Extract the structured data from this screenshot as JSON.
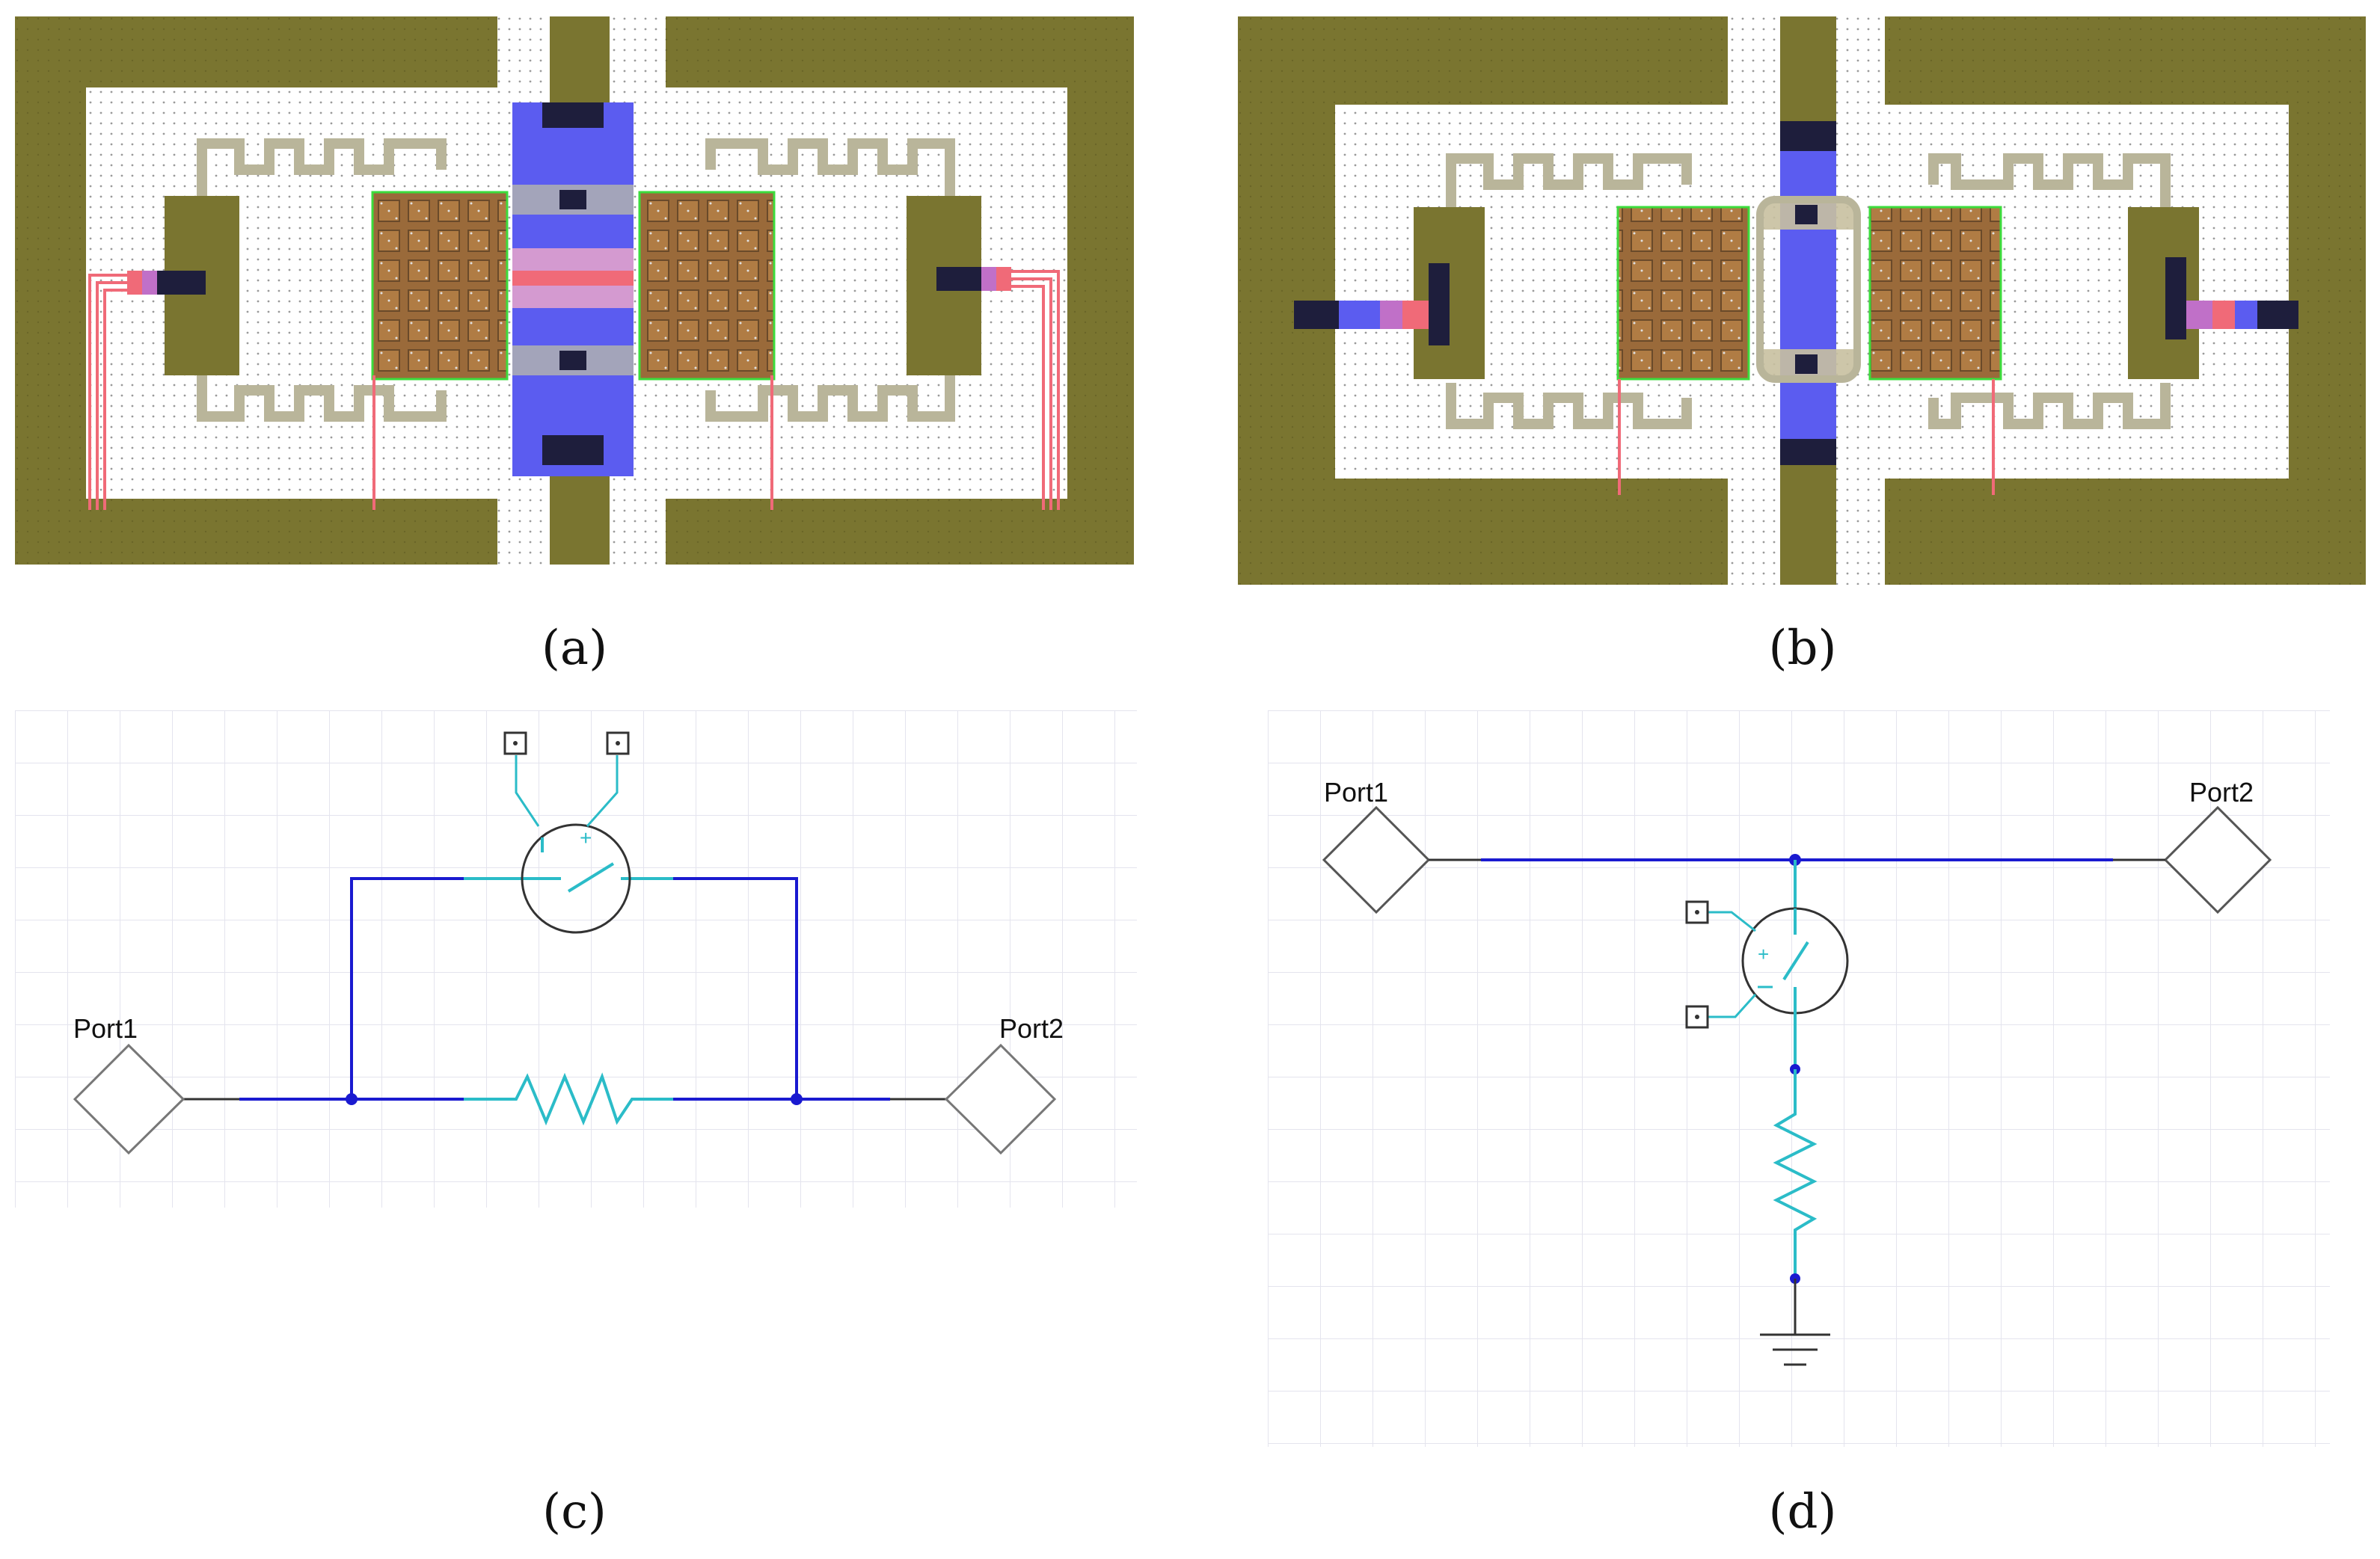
{
  "panels": {
    "a": {
      "caption": "(a)"
    },
    "b": {
      "caption": "(b)"
    },
    "c": {
      "caption": "(c)",
      "port_left": "Port1",
      "port_right": "Port2",
      "switch_plus": "+"
    },
    "d": {
      "caption": "(d)",
      "port_left": "Port1",
      "port_right": "Port2",
      "switch_plus": "+"
    }
  },
  "colors": {
    "substrate": "#7a7530",
    "background": "#ffffff",
    "membrane": "#5b5cf0",
    "anchor": "#1e1e3c",
    "wire": "#1a1ad0",
    "component": "#2bbcc8",
    "resistor_strip": "#f06a78",
    "via_brown": "#9a6a3a"
  }
}
